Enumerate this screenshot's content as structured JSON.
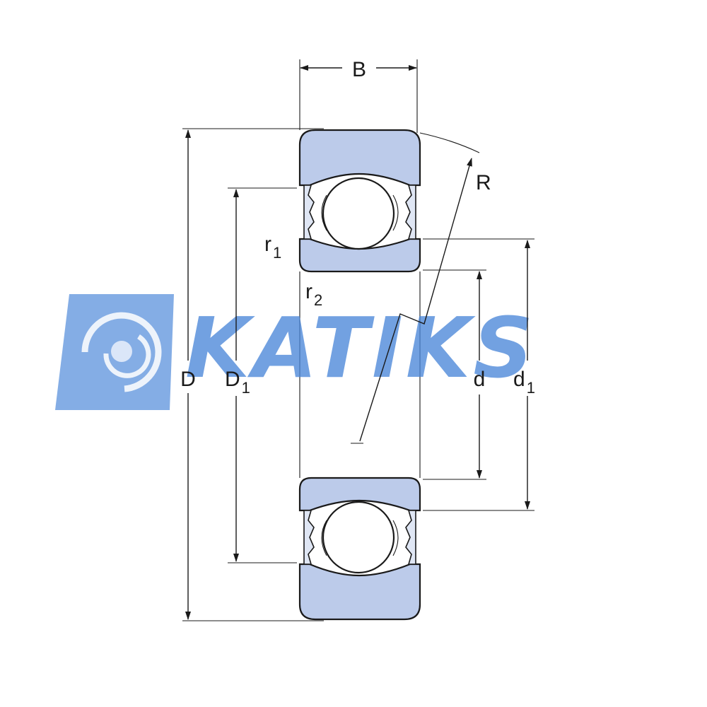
{
  "labels": {
    "B": "B",
    "R": "R",
    "r1_main": "r",
    "r1_sub": "1",
    "r2_main": "r",
    "r2_sub": "2",
    "D": "D",
    "D1_main": "D",
    "D1_sub": "1",
    "d": "d",
    "d1_main": "d",
    "d1_sub": "1"
  },
  "watermark": {
    "text": "KATIKS",
    "color": "#4a86d9"
  },
  "colors": {
    "ring_fill": "#bccbea",
    "line": "#1a1a1a"
  }
}
